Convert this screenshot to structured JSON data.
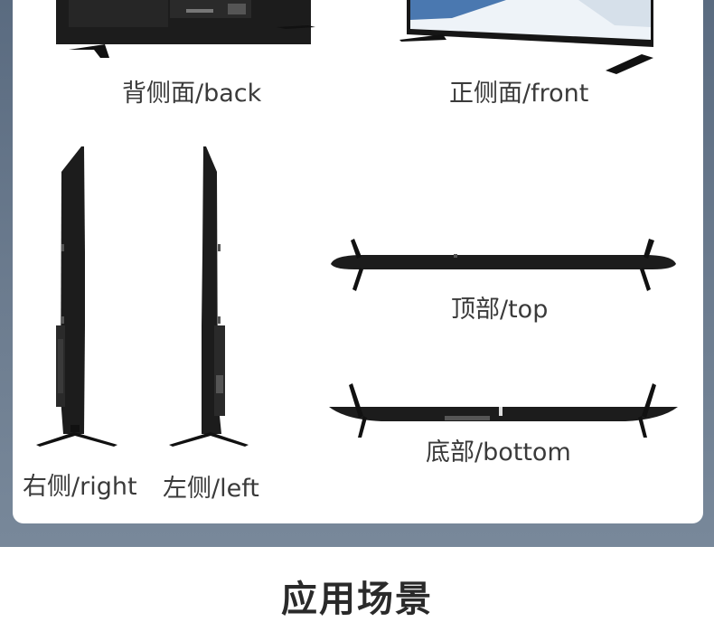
{
  "views": {
    "back": "背侧面/back",
    "front": "正侧面/front",
    "right": "右侧/right",
    "left": "左侧/left",
    "top": "顶部/top",
    "bottom": "底部/bottom"
  },
  "section": {
    "title": "应用场景"
  },
  "colors": {
    "band": "#6c7c8f",
    "tv_body": "#1c1c1c",
    "screen_art": "#4a78b0"
  }
}
